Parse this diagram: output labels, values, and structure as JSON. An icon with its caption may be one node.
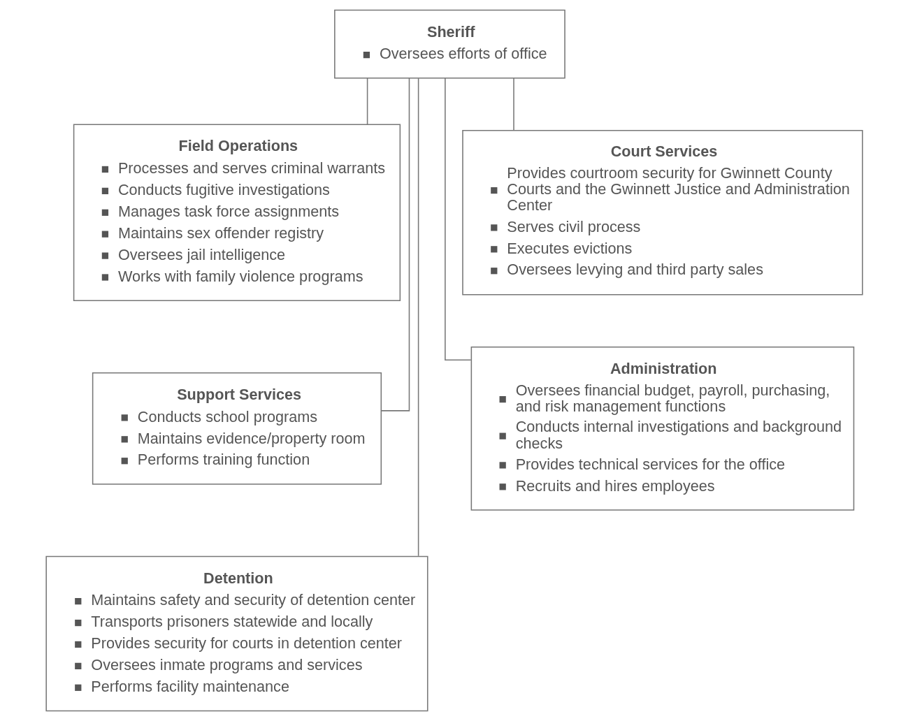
{
  "diagram": {
    "nodes": [
      {
        "text": [
          "Sheriff",
          "Oversees efforts of office"
        ]
      },
      {
        "text": [
          "Field Operations",
          "Processes and serves criminal warrants",
          "Conducts fugitive investigations",
          "Manages task force assignments",
          "Maintains sex offender registry",
          "Oversees jail intelligence",
          "Works with family violence programs"
        ]
      },
      {
        "text": [
          "Court Services",
          "Provides courtroom security for Gwinnett County Courts and the Gwinnett Justice and Administration Center",
          "Serves civil process",
          "Executes evictions",
          "Oversees levying and third party sales"
        ]
      },
      {
        "text": [
          "Support Services",
          "Conducts school programs",
          "Maintains evidence/property room",
          "Performs training function"
        ]
      },
      {
        "text": [
          "Administration",
          "Oversees financial budget, payroll, purchasing, and risk management functions",
          "Conducts internal investigations and background checks",
          "Provides technical services for the office",
          "Recruits and hires employees"
        ]
      },
      {
        "text": [
          "Detention",
          "Maintains safety and security of detention center",
          "Transports prisoners statewide and locally",
          "Provides security for courts in detention center",
          "Oversees inmate programs and services",
          "Performs facility maintenance"
        ]
      }
    ],
    "edges": [
      {
        "from": 0,
        "to": 1,
        "arrow": "none"
      },
      {
        "from": 0,
        "to": 2,
        "arrow": "none"
      },
      {
        "from": 0,
        "to": 3,
        "arrow": "none"
      },
      {
        "from": 0,
        "to": 4,
        "arrow": "none"
      },
      {
        "from": 0,
        "to": 5,
        "arrow": "none"
      }
    ]
  }
}
